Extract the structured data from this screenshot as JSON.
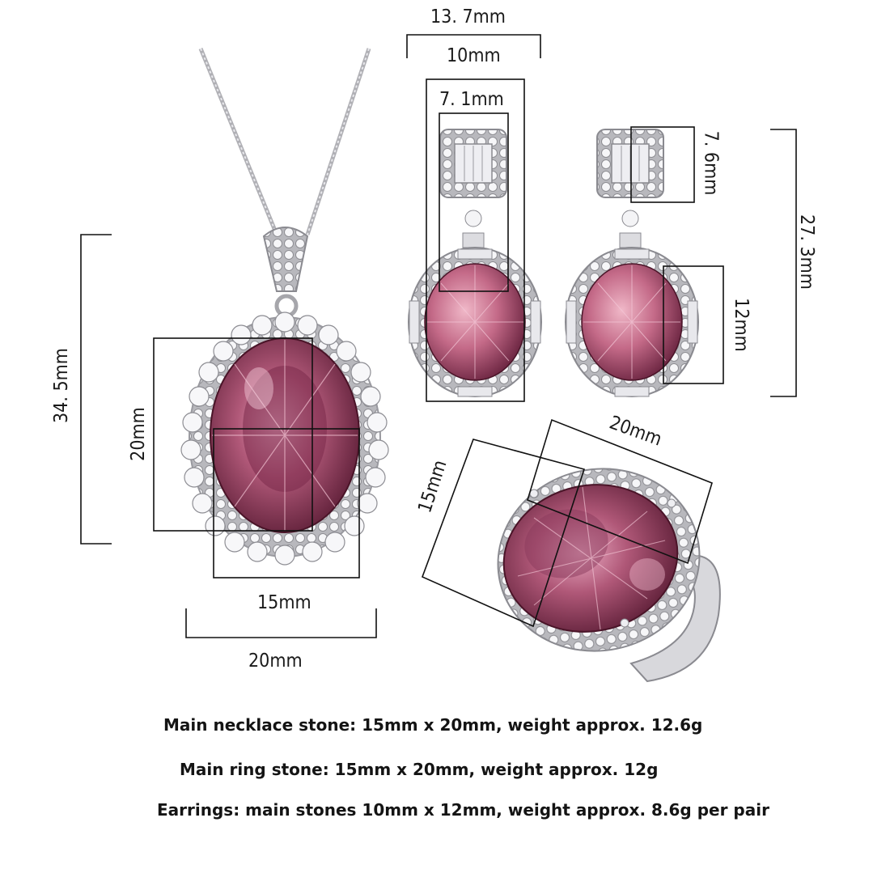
{
  "dimensions": {
    "earring_total_width": "13. 7mm",
    "earring_width": "10mm",
    "earring_top_width": "7. 1mm",
    "earring_top_height": "7. 6mm",
    "earring_total_height": "27. 3mm",
    "earring_stone_height": "12mm",
    "pendant_total_height": "34. 5mm",
    "pendant_stone_height": "20mm",
    "pendant_stone_width": "15mm",
    "pendant_total_width": "20mm",
    "ring_stone_width": "20mm",
    "ring_stone_height": "15mm"
  },
  "captions": {
    "necklace": "Main necklace stone: 15mm x 20mm, weight approx. 12.6g",
    "ring": "Main ring stone: 15mm x 20mm, weight approx. 12g",
    "earrings": "Earrings: main stones 10mm x 12mm, weight approx. 8.6g per pair"
  },
  "colors": {
    "stone_dark": "#7a2a4a",
    "stone_mid": "#b05878",
    "stone_light": "#e0a0b8",
    "metal": "#c8c8cc",
    "line": "#111111"
  }
}
